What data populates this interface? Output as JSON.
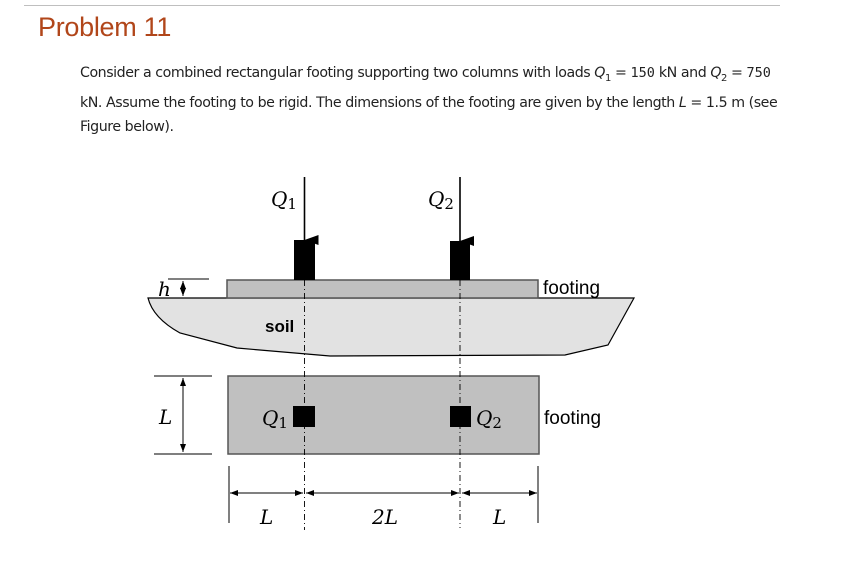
{
  "header": {
    "title": "Problem 11"
  },
  "problem": {
    "text_1": "Consider a combined rectangular footing supporting two columns with loads ",
    "q1_symbol": "Q",
    "q1_sub": "1",
    "equals_1": " = ",
    "q1_value": "150",
    "text_2": " kN and ",
    "q2_symbol": "Q",
    "q2_sub": "2",
    "equals_2": " = ",
    "q2_value": "750",
    "text_3": " kN. Assume the footing to be rigid.  The dimensions of the footing are given by the length ",
    "l_symbol": "L",
    "text_4": " = 1.5 m (see Figure below)."
  },
  "figure": {
    "elevation": {
      "load_1_label": "Q",
      "load_1_sub": "1",
      "load_2_label": "Q",
      "load_2_sub": "2",
      "thickness_label": "h",
      "footing_label": "footing",
      "soil_label": "soil"
    },
    "plan": {
      "width_label": "L",
      "col_1_label": "Q",
      "col_1_sub": "1",
      "col_2_label": "Q",
      "col_2_sub": "2",
      "footing_label": "footing",
      "dims": [
        "L",
        "2L",
        "L"
      ]
    },
    "colors": {
      "footing_fill": "#c0c0c0",
      "soil_fill": "#e2e2e2",
      "column_fill": "#000000",
      "outline": "#555555"
    }
  }
}
